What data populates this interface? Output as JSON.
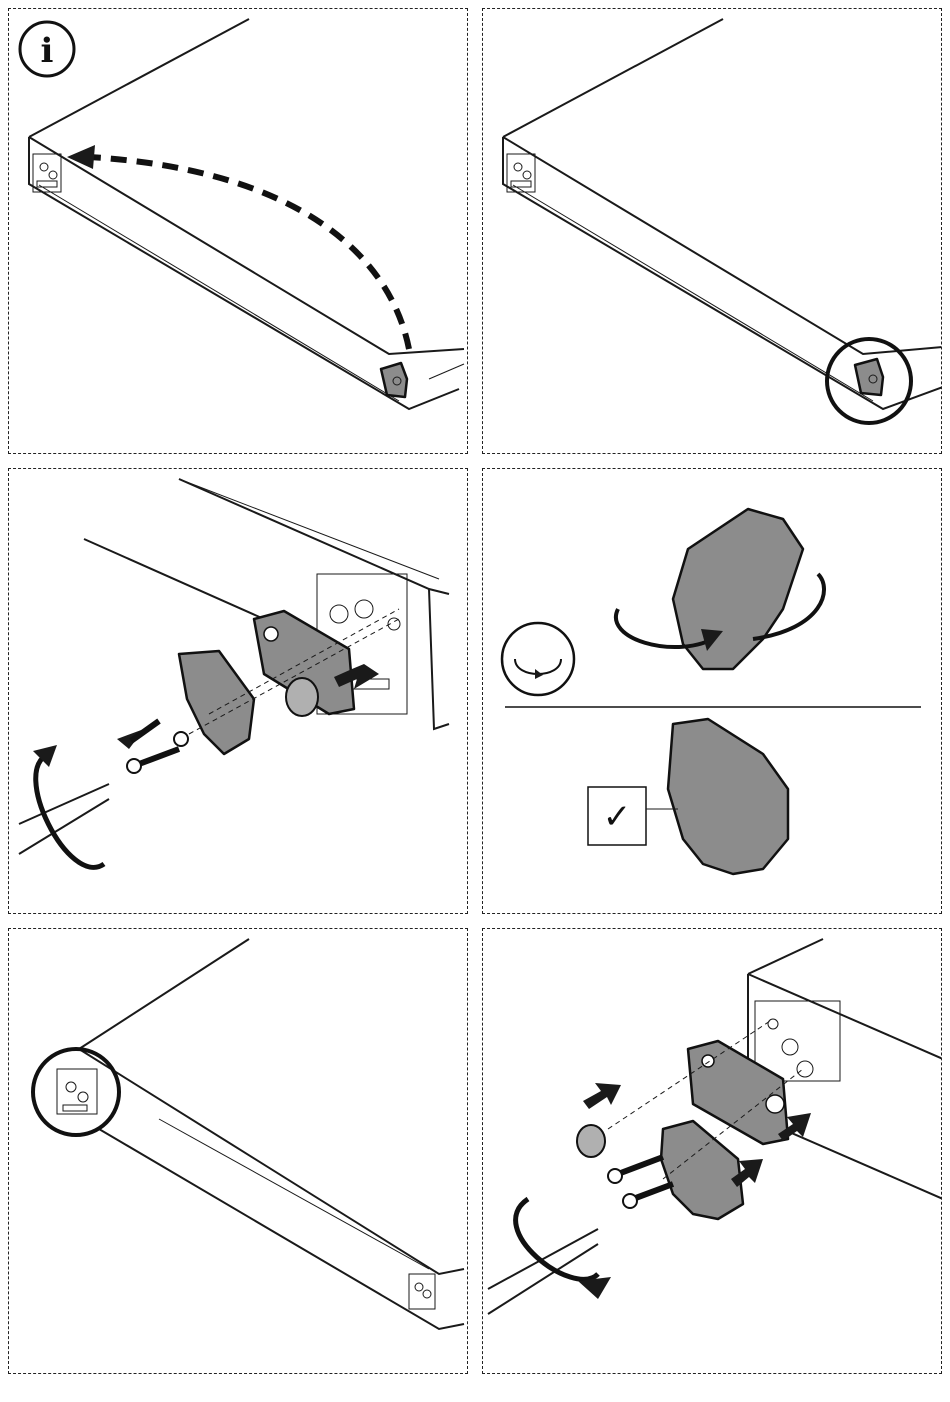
{
  "page": {
    "title": "",
    "steps": [
      {
        "id": 1,
        "icon": "info-icon",
        "info_glyph": "i"
      },
      {
        "id": 2,
        "icon": "highlight-circle"
      },
      {
        "id": 3,
        "icon": "disassembly-arrows"
      },
      {
        "id": 4,
        "icon": "rotate-icon",
        "check_glyph": "✓"
      },
      {
        "id": 5,
        "icon": "highlight-circle"
      },
      {
        "id": 6,
        "icon": "assembly-arrows"
      }
    ]
  },
  "colors": {
    "ink": "#1a1a1a",
    "part_fill": "#8c8c8c",
    "background": "#ffffff"
  }
}
